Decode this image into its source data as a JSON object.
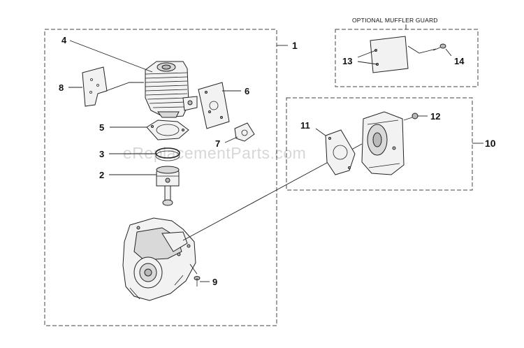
{
  "callouts": {
    "c1": "1",
    "c2": "2",
    "c3": "3",
    "c4": "4",
    "c5": "5",
    "c6": "6",
    "c7": "7",
    "c8": "8",
    "c9": "9",
    "c10": "10",
    "c11": "11",
    "c12": "12",
    "c13": "13",
    "c14": "14"
  },
  "muffler_guard_caption": "OPTIONAL MUFFLER GUARD",
  "watermark": "eReplacementParts.com"
}
